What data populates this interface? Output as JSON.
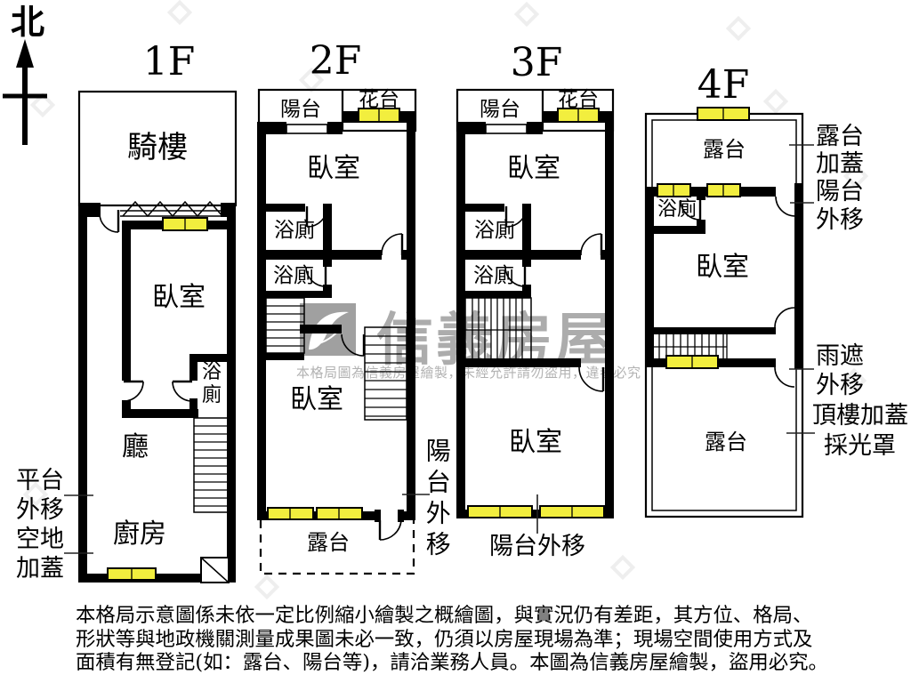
{
  "compass": {
    "north": "北"
  },
  "floors": {
    "f1": {
      "label": "1F",
      "arcade": "騎樓",
      "bedroom": "臥室",
      "bath": "浴廁",
      "living": "廳",
      "kitchen": "廚房",
      "annot": {
        "l1": "平台",
        "l2": "外移",
        "l3": "空地",
        "l4": "加蓋"
      }
    },
    "f2": {
      "label": "2F",
      "balcony": "陽台",
      "flowerbed": "花台",
      "bedroom_front": "臥室",
      "bath1": "浴廁",
      "bath2": "浴廁",
      "bedroom_rear": "臥室",
      "terrace": "露台",
      "balcony_out": "陽台外移"
    },
    "f3": {
      "label": "3F",
      "balcony": "陽台",
      "flowerbed": "花台",
      "bedroom_front": "臥室",
      "bath1": "浴廁",
      "bath2": "浴廁",
      "bedroom_rear": "臥室",
      "balcony_out": "陽台外移"
    },
    "f4": {
      "label": "4F",
      "terrace_front": "露台",
      "bath": "浴廁",
      "bedroom": "臥室",
      "terrace_rear": "露台",
      "annot": {
        "terrace_cover_l1": "露台",
        "terrace_cover_l2": "加蓋",
        "balcony_out_l1": "陽台",
        "balcony_out_l2": "外移",
        "rain_l1": "雨遮",
        "rain_l2": "外移",
        "roof_l1": "頂樓加蓋",
        "roof_l2": "採光罩"
      }
    }
  },
  "watermark": {
    "brand": "信義房屋",
    "notice": "本格局圖為信義房屋繪製，未經允許請勿盜用，違者必究"
  },
  "disclaimer": {
    "line1": "本格局示意圖係未依一定比例縮小繪製之概繪圖，與實況仍有差距，其方位、格局、",
    "line2": "形狀等與地政機關測量成果圖未必一致，仍須以房屋現場為準；現場空間使用方式及",
    "line3": "面積有無登記(如：露台、陽台等)，請洽業務人員。本圖為信義房屋繪製，盜用必究。"
  },
  "colors": {
    "wall": "#000000",
    "window_yellow": "#f2ee3e",
    "watermark_gray": "#9e9e9e"
  }
}
